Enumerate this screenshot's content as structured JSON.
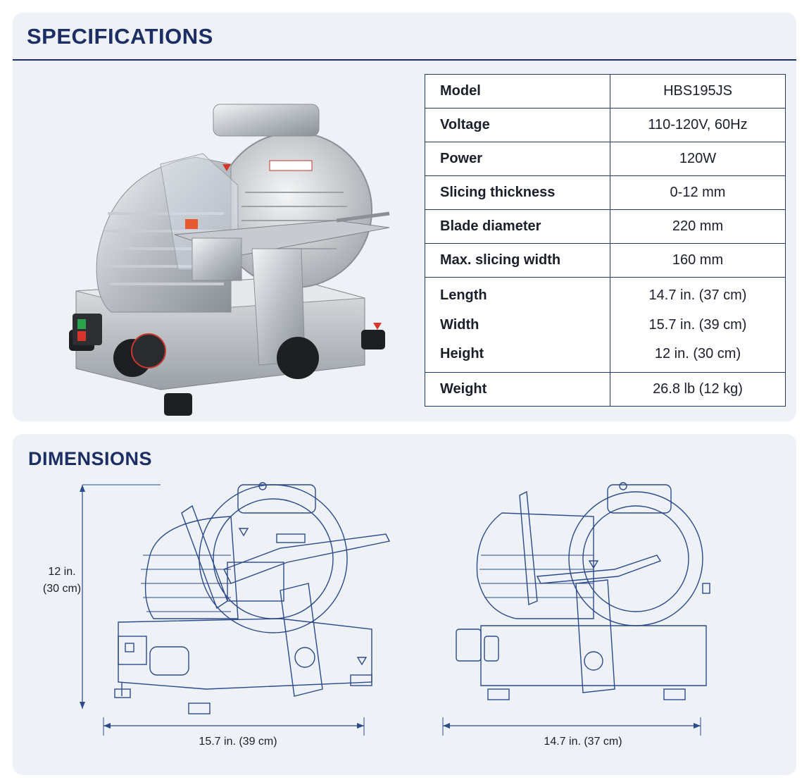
{
  "specifications": {
    "title": "SPECIFICATIONS",
    "rows": [
      {
        "label": "Model",
        "value": "HBS195JS"
      },
      {
        "label": "Voltage",
        "value": "110-120V, 60Hz"
      },
      {
        "label": "Power",
        "value": "120W"
      },
      {
        "label": "Slicing thickness",
        "value": "0-12 mm"
      },
      {
        "label": "Blade diameter",
        "value": "220 mm"
      },
      {
        "label": "Max. slicing width",
        "value": "160 mm"
      }
    ],
    "dimension_rows": [
      {
        "label": "Length",
        "value": "14.7 in. (37 cm)"
      },
      {
        "label": "Width",
        "value": "15.7 in. (39 cm)"
      },
      {
        "label": "Height",
        "value": "12 in. (30 cm)"
      }
    ],
    "weight": {
      "label": "Weight",
      "value": "26.8 lb (12 kg)"
    }
  },
  "dimensions": {
    "title": "DIMENSIONS",
    "height_in": "12 in.",
    "height_cm": "(30 cm)",
    "side_width": "15.7 in. (39 cm)",
    "front_length": "14.7 in. (37 cm)"
  },
  "colors": {
    "title_navy": "#1c2e63",
    "panel_bg": "#eef1f6",
    "line_blue": "#2d4a8a"
  }
}
